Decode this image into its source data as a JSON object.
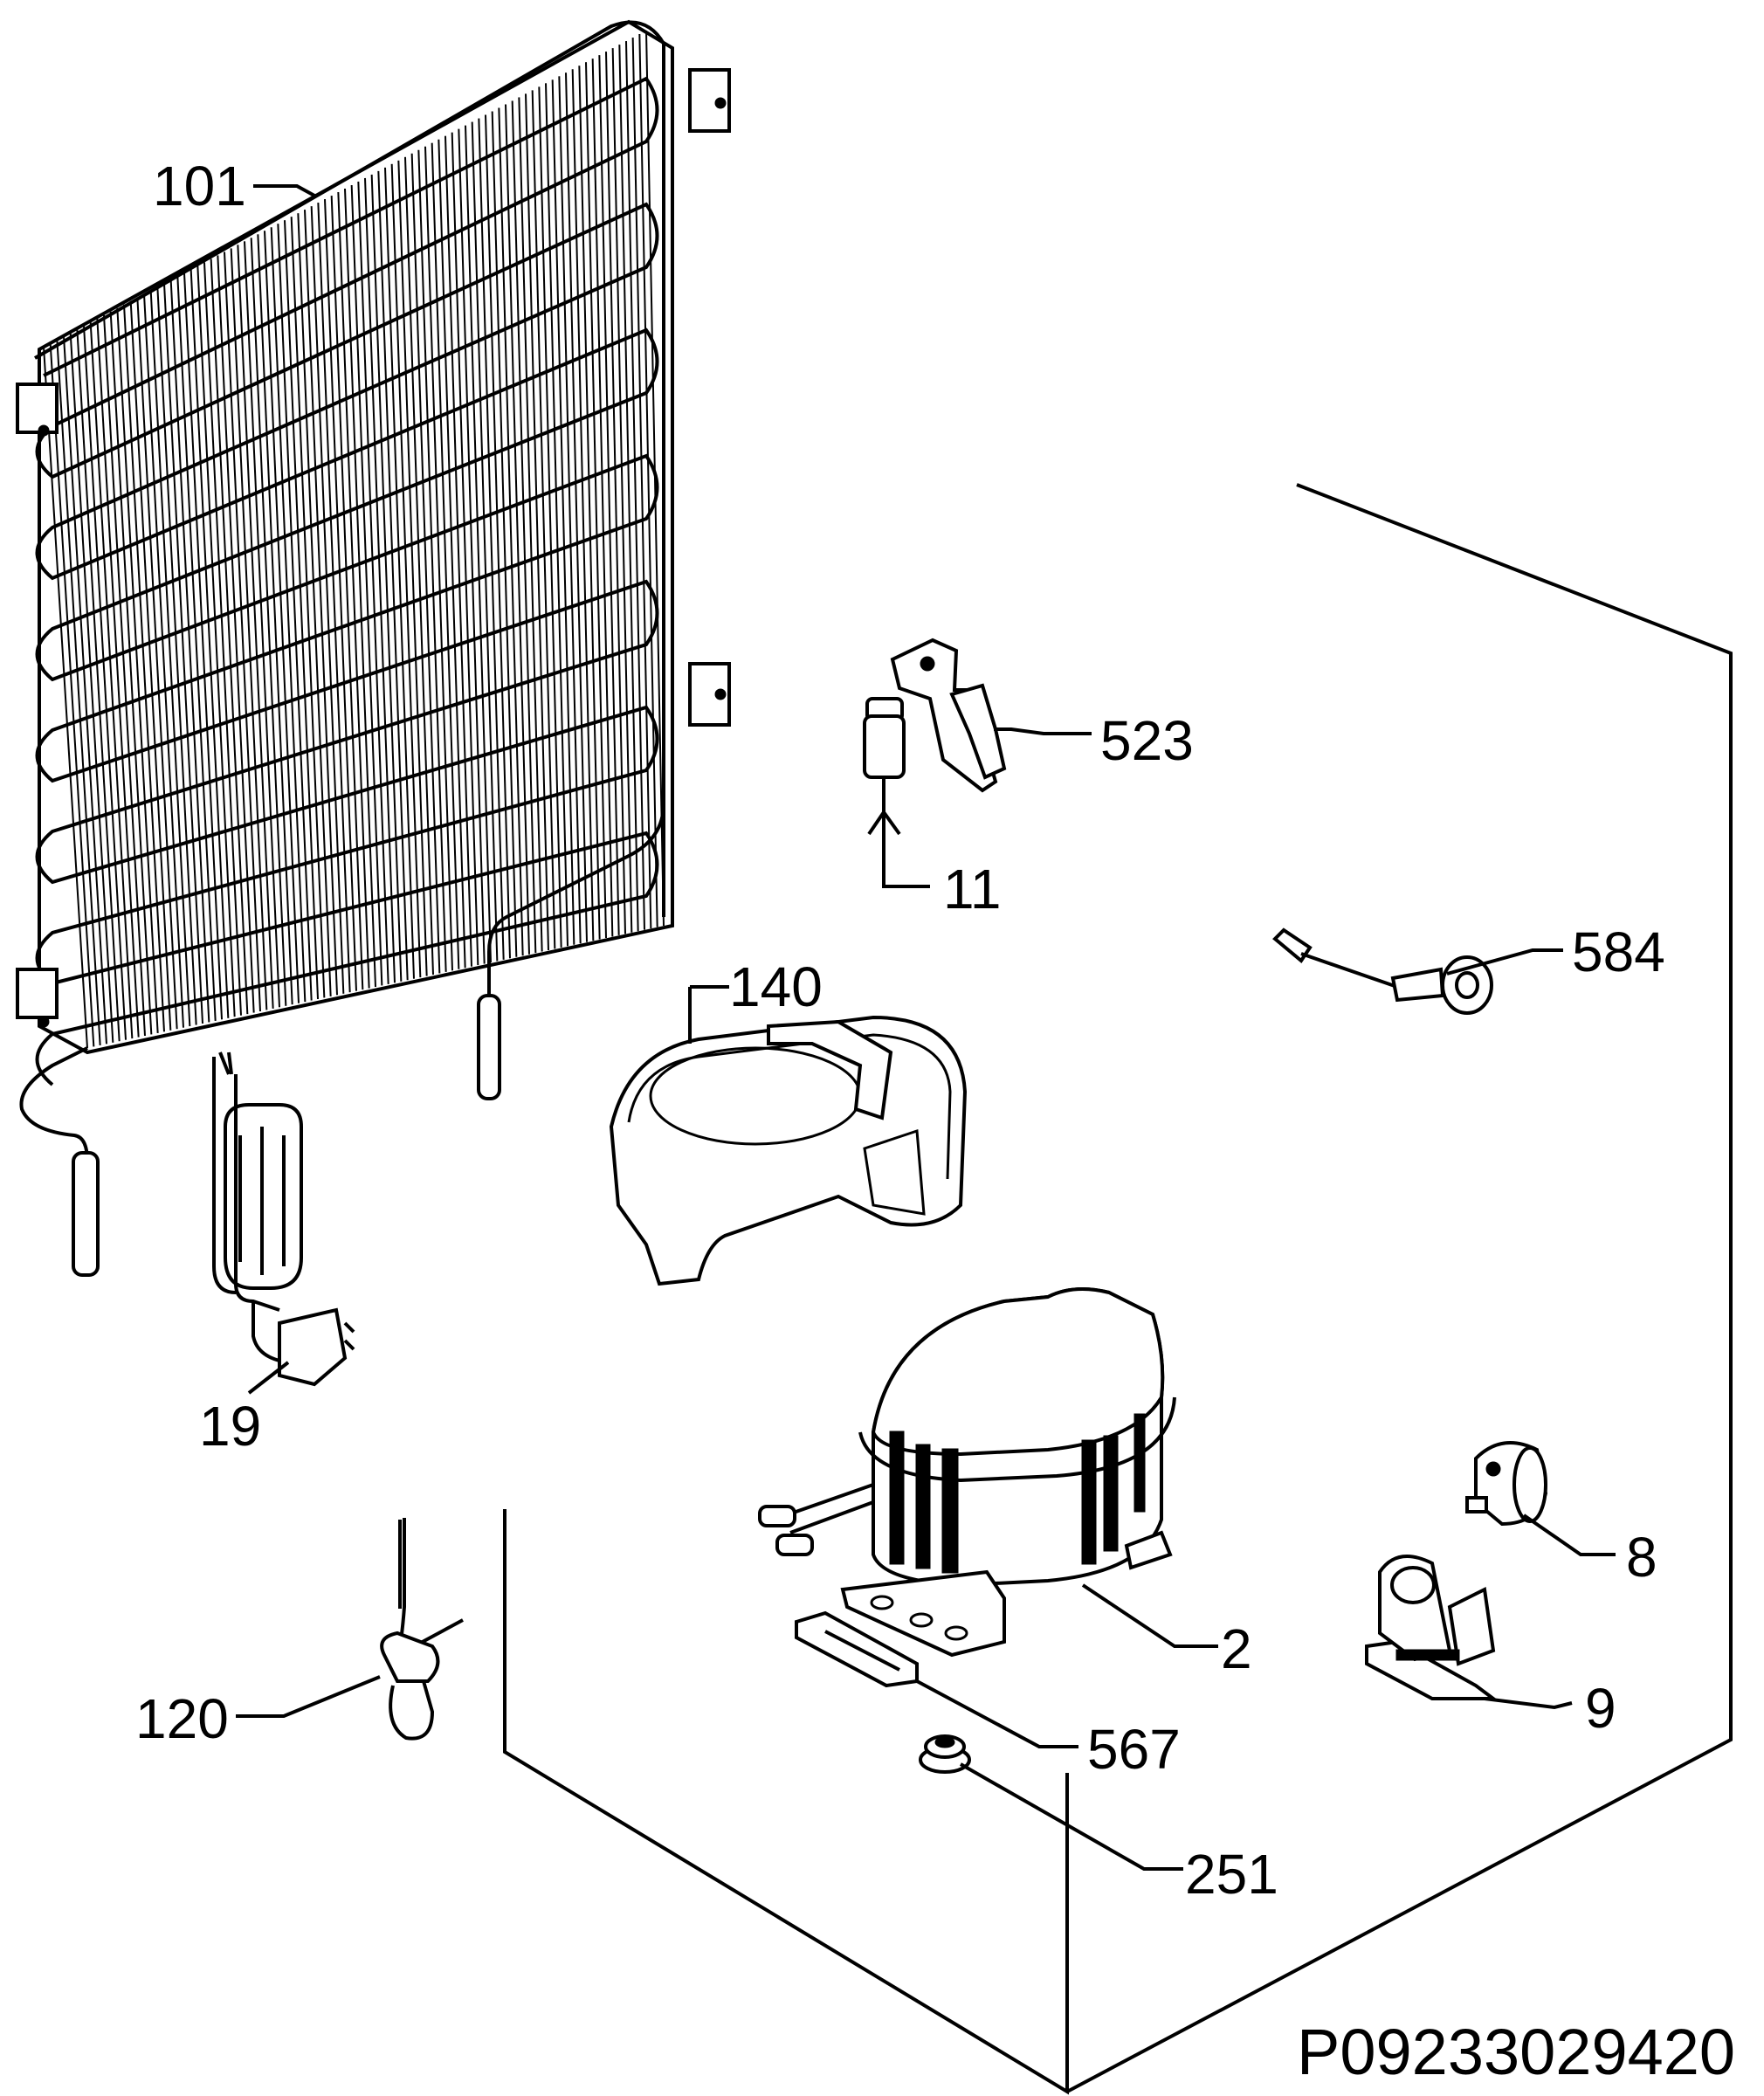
{
  "diagram": {
    "reference_code": "P09233029420",
    "parts": [
      {
        "id": "101",
        "label": "101"
      },
      {
        "id": "523",
        "label": "523"
      },
      {
        "id": "11",
        "label": "11"
      },
      {
        "id": "584",
        "label": "584"
      },
      {
        "id": "140",
        "label": "140"
      },
      {
        "id": "19",
        "label": "19"
      },
      {
        "id": "8",
        "label": "8"
      },
      {
        "id": "2",
        "label": "2"
      },
      {
        "id": "9",
        "label": "9"
      },
      {
        "id": "120",
        "label": "120"
      },
      {
        "id": "567",
        "label": "567"
      },
      {
        "id": "251",
        "label": "251"
      }
    ]
  }
}
